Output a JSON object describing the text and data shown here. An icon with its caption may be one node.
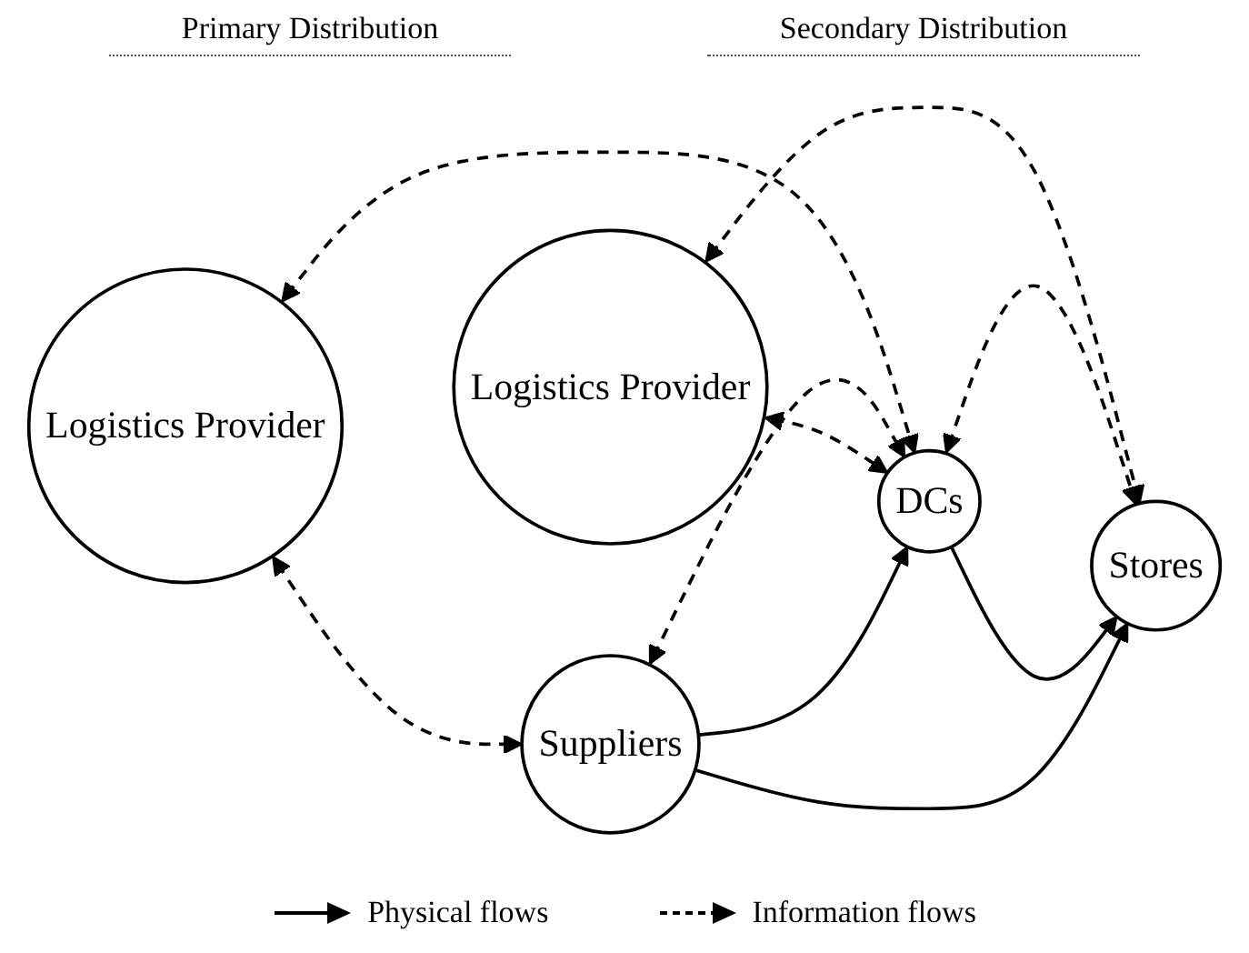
{
  "diagram": {
    "nodes": [
      {
        "text": [
          "Logistics Provider"
        ]
      },
      {
        "text": [
          "Logistics Provider"
        ]
      },
      {
        "text": [
          "Suppliers"
        ]
      },
      {
        "text": [
          "DCs"
        ]
      },
      {
        "text": [
          "Stores"
        ]
      }
    ],
    "edges": [
      {
        "from": 0,
        "to": 2,
        "arrow": "both",
        "style": "dashed"
      },
      {
        "from": 0,
        "to": 3,
        "arrow": "both",
        "style": "dashed"
      },
      {
        "from": 2,
        "to": 3,
        "arrow": "both",
        "style": "dashed"
      },
      {
        "from": 1,
        "to": 3,
        "arrow": "both",
        "style": "dashed"
      },
      {
        "from": 1,
        "to": 4,
        "arrow": "both",
        "style": "dashed"
      },
      {
        "from": 3,
        "to": 4,
        "arrow": "both",
        "style": "dashed"
      },
      {
        "from": 2,
        "to": 3,
        "arrow": "to"
      },
      {
        "from": 3,
        "to": 4,
        "arrow": "to"
      },
      {
        "from": 2,
        "to": 4,
        "arrow": "to"
      }
    ],
    "labels": [
      "Primary Distribution",
      "Secondary Distribution"
    ],
    "legend": [
      {
        "text": "Physical flows"
      },
      {
        "text": "Information flows"
      }
    ]
  }
}
